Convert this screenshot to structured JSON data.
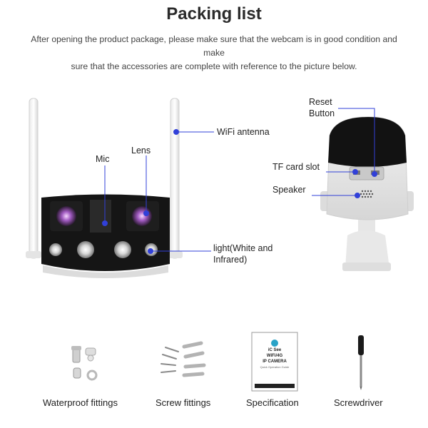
{
  "header": {
    "title": "Packing list",
    "subtitle_line1": "After opening the product package, please make sure that the webcam is in good condition and make",
    "subtitle_line2": "sure that the accessories are complete with reference to the picture below."
  },
  "front_camera": {
    "labels": {
      "wifi": "WiFi antenna",
      "mic": "Mic",
      "lens": "Lens",
      "light_line1": "light(White and",
      "light_line2": "Infrared)"
    }
  },
  "back_camera": {
    "labels": {
      "reset_line1": "Reset",
      "reset_line2": "Button",
      "tf": "TF card slot",
      "speaker": "Speaker"
    }
  },
  "accessories": [
    {
      "label": "Waterproof fittings"
    },
    {
      "label": "Screw fittings"
    },
    {
      "label": "Specification"
    },
    {
      "label": "Screwdriver"
    }
  ],
  "manual": {
    "brand": "iC See",
    "line1": "WiFi/4G",
    "line2": "IP CAMERA",
    "line3": "Quick Operation Guide"
  },
  "colors": {
    "pointer": "#3140d8",
    "accent_line": "#3140d8"
  }
}
